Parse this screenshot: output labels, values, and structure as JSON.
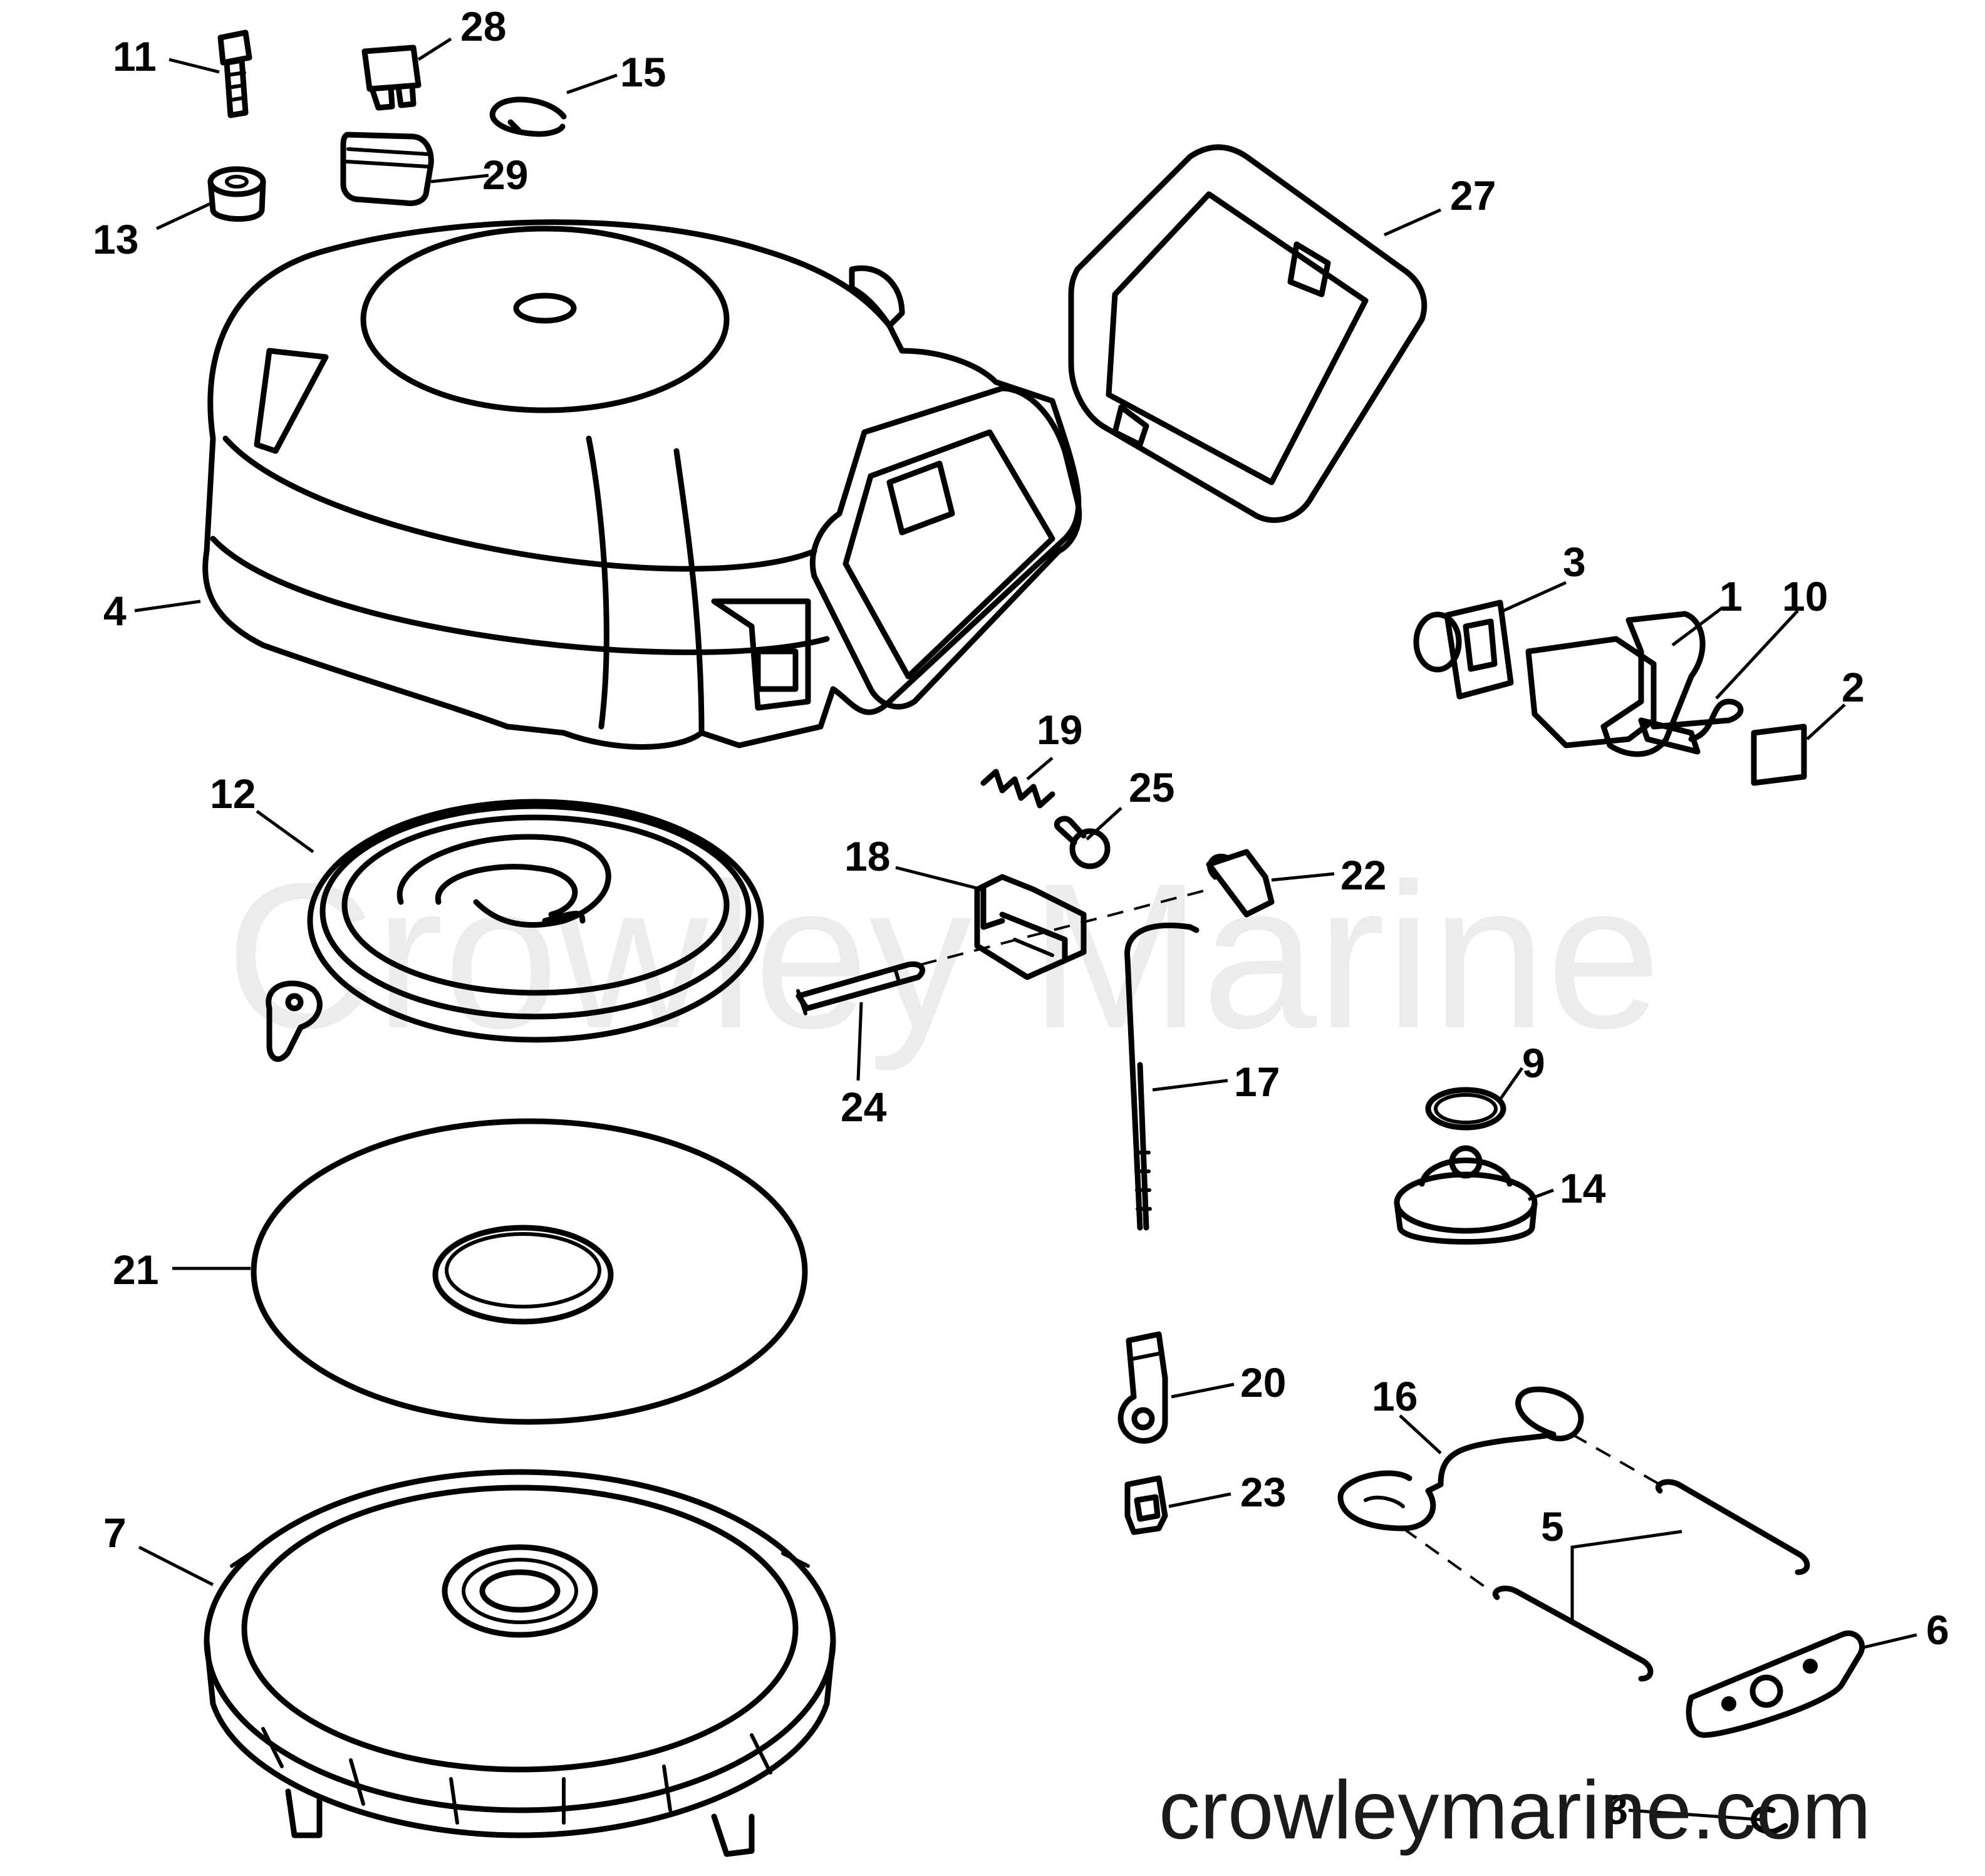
{
  "watermark": "Crowley Marine",
  "website": "crowleymarine.com",
  "callouts": {
    "p1": "1",
    "p2": "2",
    "p3": "3",
    "p4": "4",
    "p5": "5",
    "p6": "6",
    "p7": "7",
    "p8": "8",
    "p9": "9",
    "p10": "10",
    "p11": "11",
    "p12": "12",
    "p13": "13",
    "p14": "14",
    "p15": "15",
    "p16": "16",
    "p17": "17",
    "p18": "18",
    "p19": "19",
    "p20": "20",
    "p21": "21",
    "p22": "22",
    "p23": "23",
    "p24": "24",
    "p25": "25",
    "p27": "27",
    "p28": "28",
    "p29": "29"
  }
}
